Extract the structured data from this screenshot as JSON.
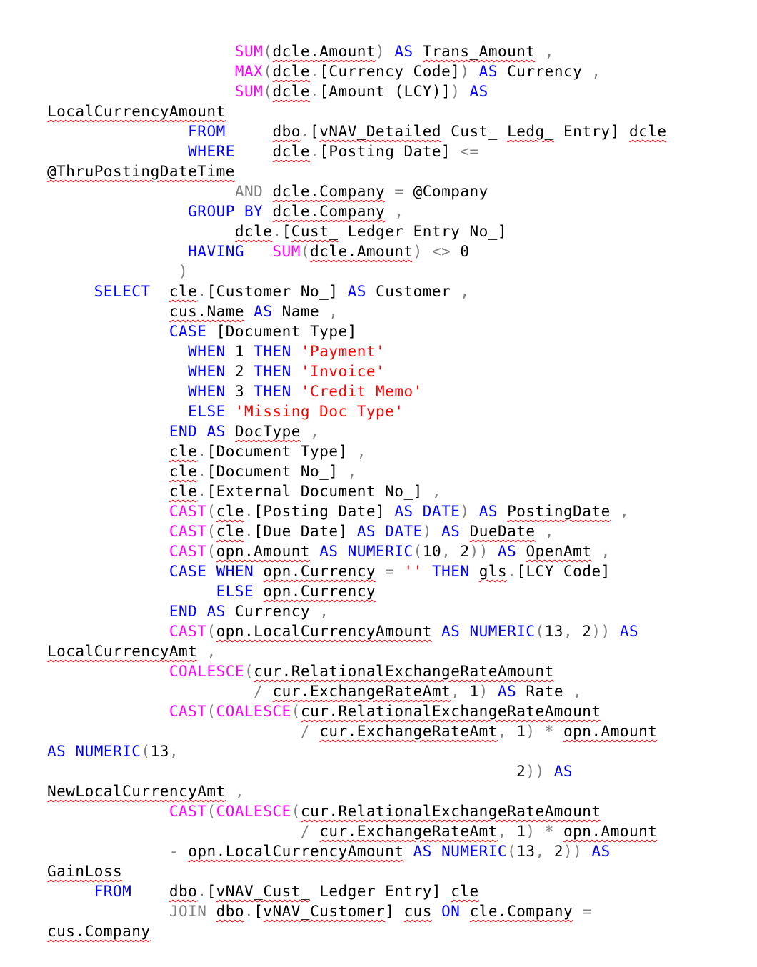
{
  "document": {
    "language": "SQL",
    "lines": [
      [
        {
          "t": "                    "
        },
        {
          "t": "SUM",
          "c": "fn"
        },
        {
          "t": "(",
          "c": "op"
        },
        {
          "t": "dcle.Amount",
          "s": 1
        },
        {
          "t": ")",
          "c": "op"
        },
        {
          "t": " "
        },
        {
          "t": "AS",
          "c": "kw"
        },
        {
          "t": " "
        },
        {
          "t": "Trans_Amount",
          "s": 1
        },
        {
          "t": " "
        },
        {
          "t": ",",
          "c": "op"
        }
      ],
      [
        {
          "t": "                    "
        },
        {
          "t": "MAX",
          "c": "fn"
        },
        {
          "t": "(",
          "c": "op"
        },
        {
          "t": "dcle",
          "s": 1
        },
        {
          "t": ".",
          "c": "op"
        },
        {
          "t": "[Currency Code]"
        },
        {
          "t": ")",
          "c": "op"
        },
        {
          "t": " "
        },
        {
          "t": "AS",
          "c": "kw"
        },
        {
          "t": " Currency "
        },
        {
          "t": ",",
          "c": "op"
        }
      ],
      [
        {
          "t": "                    "
        },
        {
          "t": "SUM",
          "c": "fn"
        },
        {
          "t": "(",
          "c": "op"
        },
        {
          "t": "dcle",
          "s": 1
        },
        {
          "t": ".",
          "c": "op"
        },
        {
          "t": "[Amount (LCY)]"
        },
        {
          "t": ")",
          "c": "op"
        },
        {
          "t": " "
        },
        {
          "t": "AS",
          "c": "kw"
        }
      ],
      [
        {
          "t": "LocalCurrencyAmount",
          "s": 1
        }
      ],
      [
        {
          "t": "               "
        },
        {
          "t": "FROM",
          "c": "kw"
        },
        {
          "t": "     "
        },
        {
          "t": "dbo",
          "s": 1
        },
        {
          "t": ".",
          "c": "op"
        },
        {
          "t": "["
        },
        {
          "t": "vNAV_Detailed",
          "s": 1
        },
        {
          "t": " Cust_ "
        },
        {
          "t": "Ledg_",
          "s": 1
        },
        {
          "t": " Entry] "
        },
        {
          "t": "dcle",
          "s": 1
        }
      ],
      [
        {
          "t": "               "
        },
        {
          "t": "WHERE",
          "c": "kw"
        },
        {
          "t": "    "
        },
        {
          "t": "dcle",
          "s": 1
        },
        {
          "t": ".",
          "c": "op"
        },
        {
          "t": "[Posting Date] "
        },
        {
          "t": "<=",
          "c": "op"
        }
      ],
      [
        {
          "t": "@ThruPostingDateTime",
          "s": 1
        }
      ],
      [
        {
          "t": "                    "
        },
        {
          "t": "AND",
          "c": "op"
        },
        {
          "t": " "
        },
        {
          "t": "dcle.Company",
          "s": 1
        },
        {
          "t": " "
        },
        {
          "t": "=",
          "c": "op"
        },
        {
          "t": " @Company"
        }
      ],
      [
        {
          "t": "               "
        },
        {
          "t": "GROUP BY",
          "c": "kw"
        },
        {
          "t": " "
        },
        {
          "t": "dcle.Company",
          "s": 1
        },
        {
          "t": " "
        },
        {
          "t": ",",
          "c": "op"
        }
      ],
      [
        {
          "t": "                    "
        },
        {
          "t": "dcle",
          "s": 1
        },
        {
          "t": ".",
          "c": "op"
        },
        {
          "t": "["
        },
        {
          "t": "Cust_",
          "s": 1
        },
        {
          "t": " Ledger Entry No_]"
        }
      ],
      [
        {
          "t": "               "
        },
        {
          "t": "HAVING",
          "c": "kw"
        },
        {
          "t": "   "
        },
        {
          "t": "SUM",
          "c": "fn"
        },
        {
          "t": "(",
          "c": "op"
        },
        {
          "t": "dcle.Amount",
          "s": 1
        },
        {
          "t": ")",
          "c": "op"
        },
        {
          "t": " "
        },
        {
          "t": "<>",
          "c": "op"
        },
        {
          "t": " 0"
        }
      ],
      [
        {
          "t": "              "
        },
        {
          "t": ")",
          "c": "op"
        }
      ],
      [
        {
          "t": "     "
        },
        {
          "t": "SELECT",
          "c": "kw"
        },
        {
          "t": "  "
        },
        {
          "t": "cle",
          "s": 1
        },
        {
          "t": ".",
          "c": "op"
        },
        {
          "t": "[Customer No_] "
        },
        {
          "t": "AS",
          "c": "kw"
        },
        {
          "t": " Customer "
        },
        {
          "t": ",",
          "c": "op"
        }
      ],
      [
        {
          "t": "             "
        },
        {
          "t": "cus.Name",
          "s": 1
        },
        {
          "t": " "
        },
        {
          "t": "AS",
          "c": "kw"
        },
        {
          "t": " Name "
        },
        {
          "t": ",",
          "c": "op"
        }
      ],
      [
        {
          "t": "             "
        },
        {
          "t": "CASE",
          "c": "kw"
        },
        {
          "t": " [Document Type]"
        }
      ],
      [
        {
          "t": "               "
        },
        {
          "t": "WHEN",
          "c": "kw"
        },
        {
          "t": " 1 "
        },
        {
          "t": "THEN",
          "c": "kw"
        },
        {
          "t": " "
        },
        {
          "t": "'Payment'",
          "c": "str"
        }
      ],
      [
        {
          "t": "               "
        },
        {
          "t": "WHEN",
          "c": "kw"
        },
        {
          "t": " 2 "
        },
        {
          "t": "THEN",
          "c": "kw"
        },
        {
          "t": " "
        },
        {
          "t": "'Invoice'",
          "c": "str"
        }
      ],
      [
        {
          "t": "               "
        },
        {
          "t": "WHEN",
          "c": "kw"
        },
        {
          "t": " 3 "
        },
        {
          "t": "THEN",
          "c": "kw"
        },
        {
          "t": " "
        },
        {
          "t": "'Credit Memo'",
          "c": "str"
        }
      ],
      [
        {
          "t": "               "
        },
        {
          "t": "ELSE",
          "c": "kw"
        },
        {
          "t": " "
        },
        {
          "t": "'Missing Doc Type'",
          "c": "str"
        }
      ],
      [
        {
          "t": "             "
        },
        {
          "t": "END",
          "c": "kw"
        },
        {
          "t": " "
        },
        {
          "t": "AS",
          "c": "kw"
        },
        {
          "t": " "
        },
        {
          "t": "DocType",
          "s": 1
        },
        {
          "t": " "
        },
        {
          "t": ",",
          "c": "op"
        }
      ],
      [
        {
          "t": "             "
        },
        {
          "t": "cle",
          "s": 1
        },
        {
          "t": ".",
          "c": "op"
        },
        {
          "t": "[Document Type] "
        },
        {
          "t": ",",
          "c": "op"
        }
      ],
      [
        {
          "t": "             "
        },
        {
          "t": "cle",
          "s": 1
        },
        {
          "t": ".",
          "c": "op"
        },
        {
          "t": "[Document No_] "
        },
        {
          "t": ",",
          "c": "op"
        }
      ],
      [
        {
          "t": "             "
        },
        {
          "t": "cle",
          "s": 1
        },
        {
          "t": ".",
          "c": "op"
        },
        {
          "t": "[External Document No_] "
        },
        {
          "t": ",",
          "c": "op"
        }
      ],
      [
        {
          "t": "             "
        },
        {
          "t": "CAST",
          "c": "fn"
        },
        {
          "t": "(",
          "c": "op"
        },
        {
          "t": "cle",
          "s": 1
        },
        {
          "t": ".",
          "c": "op"
        },
        {
          "t": "[Posting Date] "
        },
        {
          "t": "AS DATE",
          "c": "kw"
        },
        {
          "t": ")",
          "c": "op"
        },
        {
          "t": " "
        },
        {
          "t": "AS",
          "c": "kw"
        },
        {
          "t": " "
        },
        {
          "t": "PostingDate",
          "s": 1
        },
        {
          "t": " "
        },
        {
          "t": ",",
          "c": "op"
        }
      ],
      [
        {
          "t": "             "
        },
        {
          "t": "CAST",
          "c": "fn"
        },
        {
          "t": "(",
          "c": "op"
        },
        {
          "t": "cle",
          "s": 1
        },
        {
          "t": ".",
          "c": "op"
        },
        {
          "t": "[Due Date] "
        },
        {
          "t": "AS DATE",
          "c": "kw"
        },
        {
          "t": ")",
          "c": "op"
        },
        {
          "t": " "
        },
        {
          "t": "AS",
          "c": "kw"
        },
        {
          "t": " "
        },
        {
          "t": "DueDate",
          "s": 1
        },
        {
          "t": " "
        },
        {
          "t": ",",
          "c": "op"
        }
      ],
      [
        {
          "t": "             "
        },
        {
          "t": "CAST",
          "c": "fn"
        },
        {
          "t": "(",
          "c": "op"
        },
        {
          "t": "opn.Amount",
          "s": 1
        },
        {
          "t": " "
        },
        {
          "t": "AS NUMERIC",
          "c": "kw"
        },
        {
          "t": "(",
          "c": "op"
        },
        {
          "t": "10"
        },
        {
          "t": ",",
          "c": "op"
        },
        {
          "t": " 2"
        },
        {
          "t": "))",
          "c": "op"
        },
        {
          "t": " "
        },
        {
          "t": "AS",
          "c": "kw"
        },
        {
          "t": " "
        },
        {
          "t": "OpenAmt",
          "s": 1
        },
        {
          "t": " "
        },
        {
          "t": ",",
          "c": "op"
        }
      ],
      [
        {
          "t": "             "
        },
        {
          "t": "CASE WHEN",
          "c": "kw"
        },
        {
          "t": " "
        },
        {
          "t": "opn.Currency",
          "s": 1
        },
        {
          "t": " "
        },
        {
          "t": "=",
          "c": "op"
        },
        {
          "t": " "
        },
        {
          "t": "''",
          "c": "str"
        },
        {
          "t": " "
        },
        {
          "t": "THEN",
          "c": "kw"
        },
        {
          "t": " "
        },
        {
          "t": "gls",
          "s": 1
        },
        {
          "t": ".",
          "c": "op"
        },
        {
          "t": "[LCY Code]"
        }
      ],
      [
        {
          "t": "                  "
        },
        {
          "t": "ELSE",
          "c": "kw"
        },
        {
          "t": " "
        },
        {
          "t": "opn.Currency",
          "s": 1
        }
      ],
      [
        {
          "t": "             "
        },
        {
          "t": "END",
          "c": "kw"
        },
        {
          "t": " "
        },
        {
          "t": "AS",
          "c": "kw"
        },
        {
          "t": " Currency "
        },
        {
          "t": ",",
          "c": "op"
        }
      ],
      [
        {
          "t": "             "
        },
        {
          "t": "CAST",
          "c": "fn"
        },
        {
          "t": "(",
          "c": "op"
        },
        {
          "t": "opn.LocalCurrencyAmount",
          "s": 1
        },
        {
          "t": " "
        },
        {
          "t": "AS NUMERIC",
          "c": "kw"
        },
        {
          "t": "(",
          "c": "op"
        },
        {
          "t": "13"
        },
        {
          "t": ",",
          "c": "op"
        },
        {
          "t": " 2"
        },
        {
          "t": "))",
          "c": "op"
        },
        {
          "t": " "
        },
        {
          "t": "AS",
          "c": "kw"
        }
      ],
      [
        {
          "t": "LocalCurrencyAmt",
          "s": 1
        },
        {
          "t": " "
        },
        {
          "t": ",",
          "c": "op"
        }
      ],
      [
        {
          "t": "             "
        },
        {
          "t": "COALESCE",
          "c": "fn"
        },
        {
          "t": "(",
          "c": "op"
        },
        {
          "t": "cur.RelationalExchangeRateAmount",
          "s": 1
        }
      ],
      [
        {
          "t": "                      "
        },
        {
          "t": "/",
          "c": "op"
        },
        {
          "t": " "
        },
        {
          "t": "cur.ExchangeRateAmt",
          "s": 1
        },
        {
          "t": ",",
          "c": "op"
        },
        {
          "t": " 1"
        },
        {
          "t": ")",
          "c": "op"
        },
        {
          "t": " "
        },
        {
          "t": "AS",
          "c": "kw"
        },
        {
          "t": " Rate "
        },
        {
          "t": ",",
          "c": "op"
        }
      ],
      [
        {
          "t": "             "
        },
        {
          "t": "CAST",
          "c": "fn"
        },
        {
          "t": "(",
          "c": "op"
        },
        {
          "t": "COALESCE",
          "c": "fn"
        },
        {
          "t": "(",
          "c": "op"
        },
        {
          "t": "cur.RelationalExchangeRateAmount",
          "s": 1
        }
      ],
      [
        {
          "t": "                           "
        },
        {
          "t": "/",
          "c": "op"
        },
        {
          "t": " "
        },
        {
          "t": "cur.ExchangeRateAmt",
          "s": 1
        },
        {
          "t": ",",
          "c": "op"
        },
        {
          "t": " 1"
        },
        {
          "t": ")",
          "c": "op"
        },
        {
          "t": " "
        },
        {
          "t": "*",
          "c": "op"
        },
        {
          "t": " "
        },
        {
          "t": "opn.Amount",
          "s": 1
        }
      ],
      [
        {
          "t": "AS NUMERIC",
          "c": "kw"
        },
        {
          "t": "(",
          "c": "op"
        },
        {
          "t": "13"
        },
        {
          "t": ",",
          "c": "op"
        }
      ],
      [
        {
          "t": "                                                  "
        },
        {
          "t": "2"
        },
        {
          "t": "))",
          "c": "op"
        },
        {
          "t": " "
        },
        {
          "t": "AS",
          "c": "kw"
        }
      ],
      [
        {
          "t": "NewLocalCurrencyAmt",
          "s": 1
        },
        {
          "t": " "
        },
        {
          "t": ",",
          "c": "op"
        }
      ],
      [
        {
          "t": "             "
        },
        {
          "t": "CAST",
          "c": "fn"
        },
        {
          "t": "(",
          "c": "op"
        },
        {
          "t": "COALESCE",
          "c": "fn"
        },
        {
          "t": "(",
          "c": "op"
        },
        {
          "t": "cur.RelationalExchangeRateAmount",
          "s": 1
        }
      ],
      [
        {
          "t": "                           "
        },
        {
          "t": "/",
          "c": "op"
        },
        {
          "t": " "
        },
        {
          "t": "cur.ExchangeRateAmt",
          "s": 1
        },
        {
          "t": ",",
          "c": "op"
        },
        {
          "t": " 1"
        },
        {
          "t": ")",
          "c": "op"
        },
        {
          "t": " "
        },
        {
          "t": "*",
          "c": "op"
        },
        {
          "t": " "
        },
        {
          "t": "opn.Amount",
          "s": 1
        }
      ],
      [
        {
          "t": "             "
        },
        {
          "t": "-",
          "c": "op"
        },
        {
          "t": " "
        },
        {
          "t": "opn.LocalCurrencyAmount",
          "s": 1
        },
        {
          "t": " "
        },
        {
          "t": "AS NUMERIC",
          "c": "kw"
        },
        {
          "t": "(",
          "c": "op"
        },
        {
          "t": "13"
        },
        {
          "t": ",",
          "c": "op"
        },
        {
          "t": " 2"
        },
        {
          "t": "))",
          "c": "op"
        },
        {
          "t": " "
        },
        {
          "t": "AS",
          "c": "kw"
        }
      ],
      [
        {
          "t": "GainLoss",
          "s": 1
        }
      ],
      [
        {
          "t": "     "
        },
        {
          "t": "FROM",
          "c": "kw"
        },
        {
          "t": "    "
        },
        {
          "t": "dbo",
          "s": 1
        },
        {
          "t": ".",
          "c": "op"
        },
        {
          "t": "["
        },
        {
          "t": "vNAV_Cust_",
          "s": 1
        },
        {
          "t": " Ledger Entry] "
        },
        {
          "t": "cle",
          "s": 1
        }
      ],
      [
        {
          "t": "             "
        },
        {
          "t": "JOIN",
          "c": "op"
        },
        {
          "t": " "
        },
        {
          "t": "dbo",
          "s": 1
        },
        {
          "t": ".",
          "c": "op"
        },
        {
          "t": "["
        },
        {
          "t": "vNAV_Customer",
          "s": 1
        },
        {
          "t": "] "
        },
        {
          "t": "cus",
          "s": 1
        },
        {
          "t": " "
        },
        {
          "t": "ON",
          "c": "kw"
        },
        {
          "t": " "
        },
        {
          "t": "cle.Company",
          "s": 1
        },
        {
          "t": " "
        },
        {
          "t": "=",
          "c": "op"
        }
      ],
      [
        {
          "t": "cus.Company",
          "s": 1
        }
      ]
    ],
    "colors": {
      "keyword": "#0000ff",
      "function": "#ff00ff",
      "string": "#ff0000",
      "operator": "#808080",
      "text": "#000000",
      "squiggle": "#ff0000"
    }
  }
}
